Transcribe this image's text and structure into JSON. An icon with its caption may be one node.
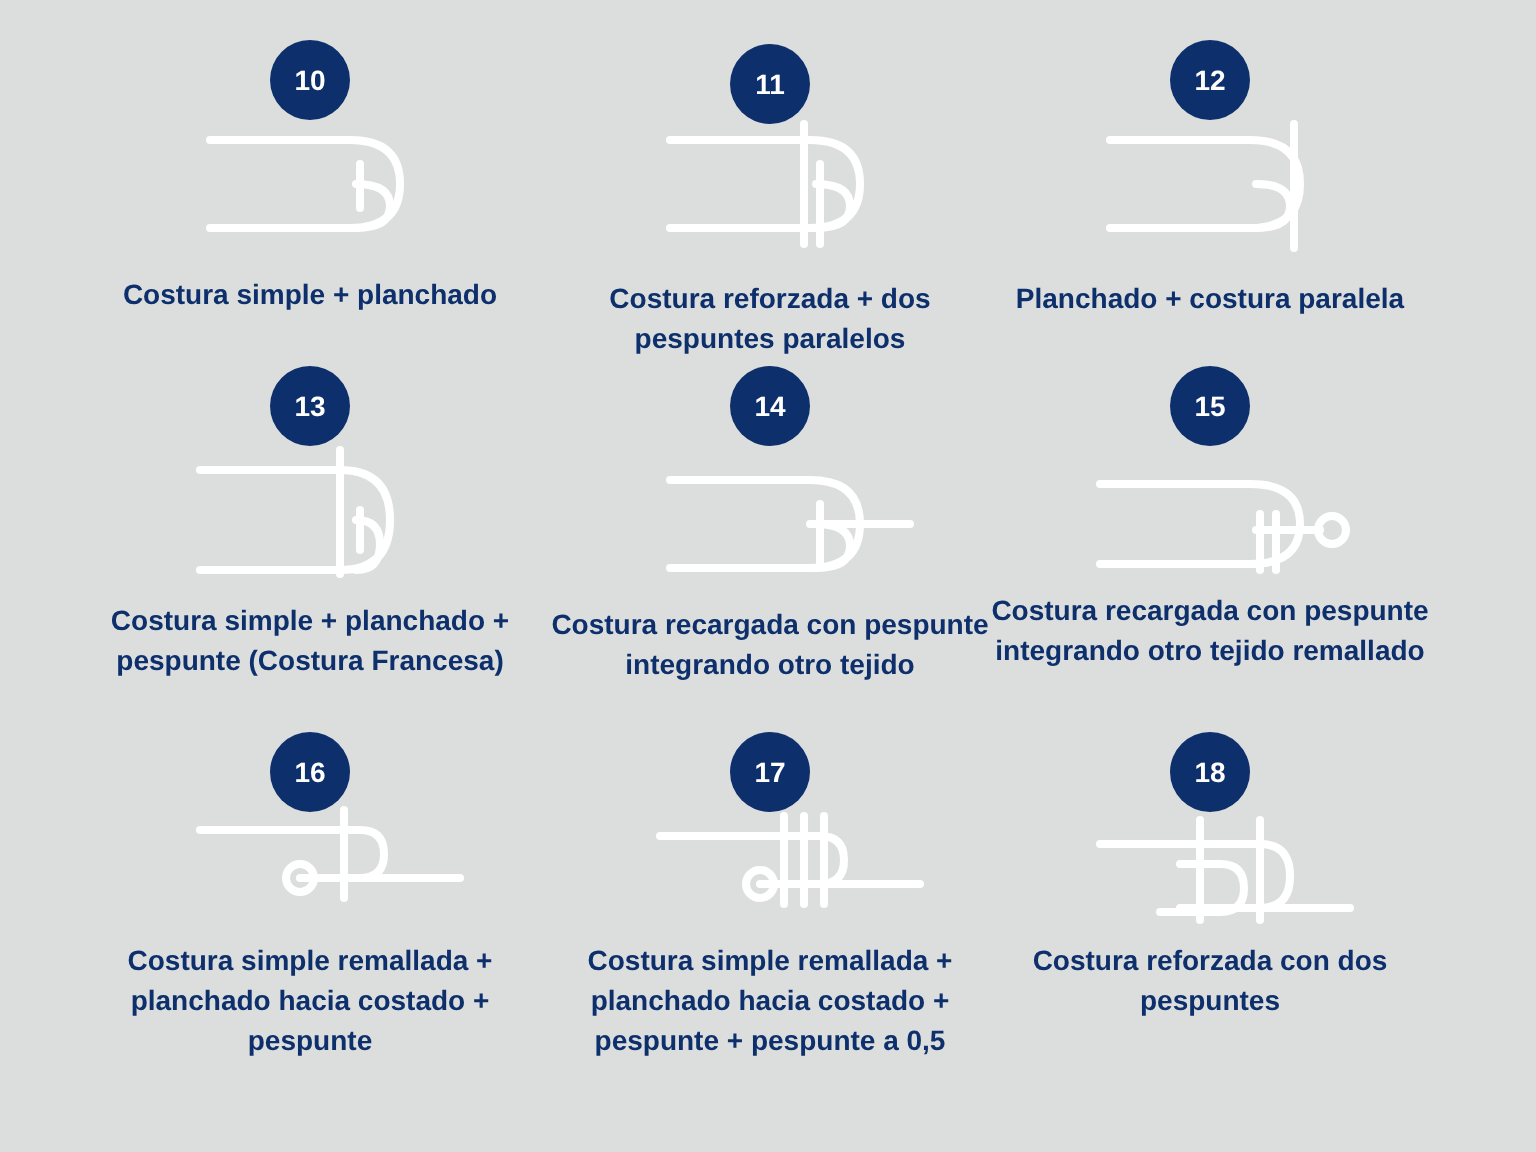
{
  "diagram": {
    "nodes": [
      {
        "text": [
          "10"
        ]
      },
      {
        "text": [
          "11"
        ]
      },
      {
        "text": [
          "12"
        ]
      },
      {
        "text": [
          "13"
        ]
      },
      {
        "text": [
          "14"
        ]
      },
      {
        "text": [
          "15"
        ]
      },
      {
        "text": [
          "16"
        ]
      },
      {
        "text": [
          "17"
        ]
      },
      {
        "text": [
          "18"
        ]
      }
    ],
    "labels": [
      "Costura simple + planchado",
      "Costura reforzada + dos pespuntes paralelos",
      "Planchado + costura paralela",
      "Costura simple + planchado + pespunte (Costura Francesa)",
      "Costura recargada con pespunte integrando otro tejido",
      "Costura recargada con pespunte integrando otro tejido remallado",
      "Costura simple remallada + planchado hacia costado + pespunte",
      "Costura simple remallada + planchado hacia costado + pespunte + pespunte a 0,5",
      "Costura reforzada con dos pespuntes"
    ]
  }
}
